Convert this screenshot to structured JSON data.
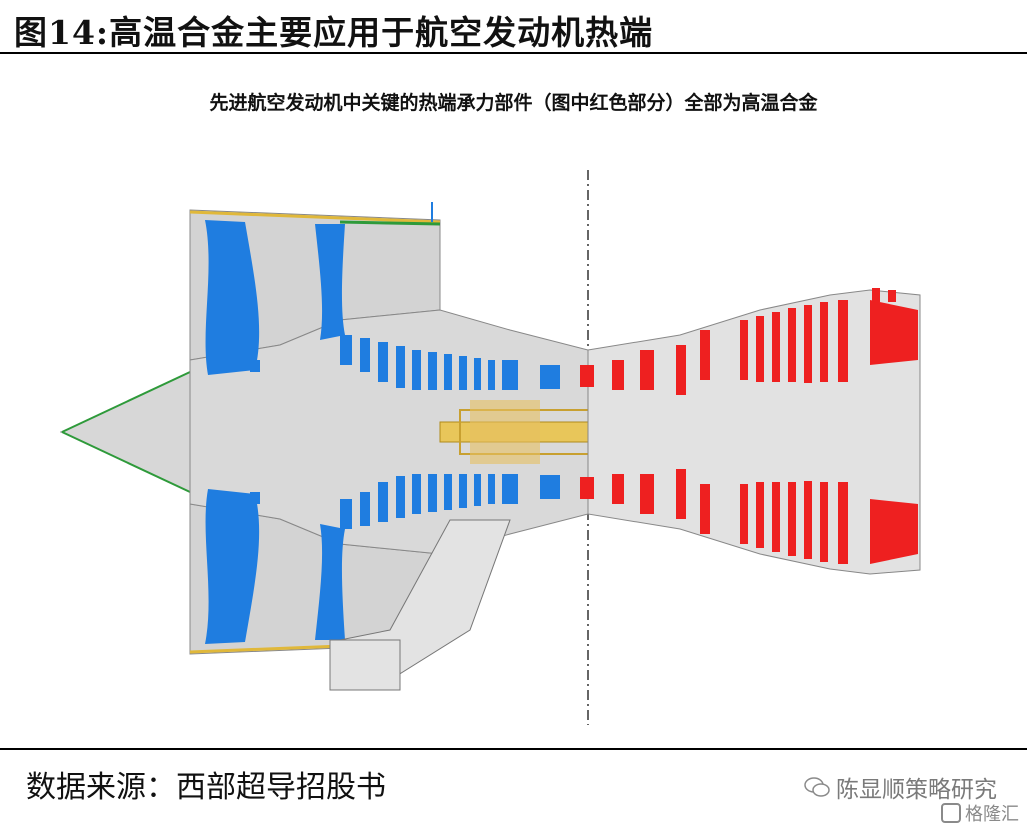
{
  "figure": {
    "title": "图14:高温合金主要应用于航空发动机热端",
    "subtitle": "先进航空发动机中关键的热端承力部件（图中红色部分）全部为高温合金"
  },
  "diagram": {
    "subject": "turbofan engine cross-section",
    "colors": {
      "cold_section": "#1f7de0",
      "hot_section_superalloy": "#ee2020",
      "casing_gray": "#cfcfcf",
      "shaft_gold": "#e0b83a",
      "green_trim": "#2e9a3a"
    }
  },
  "footer": {
    "source": "数据来源：西部超导招股书",
    "watermark": "陈显顺策略研究",
    "watermark2": "格隆汇"
  }
}
